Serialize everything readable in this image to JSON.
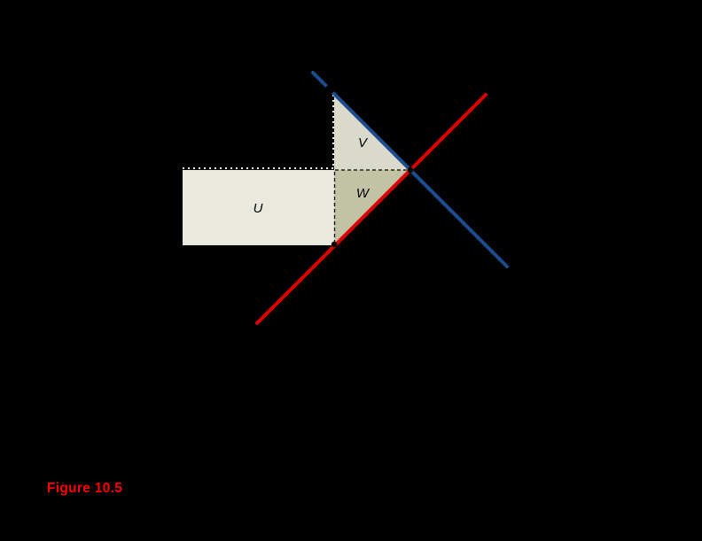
{
  "figure": {
    "background": "#000000",
    "caption": {
      "text": "Figure 10.5",
      "color": "#ff0000"
    },
    "regions": {
      "U": {
        "label": "U",
        "fill": "#e9e9df"
      },
      "V": {
        "label": "V",
        "fill": "#d9dac9"
      },
      "W": {
        "label": "W",
        "fill": "#c2c2a4"
      }
    },
    "lines": {
      "demand": {
        "color": "#1b4e8f"
      },
      "supply": {
        "color": "#dd0000"
      },
      "dashed_guides": {
        "color": "#000000"
      },
      "dotted_guides": {
        "color": "#edecdf"
      }
    },
    "points": {
      "equilibrium_dot_color": "#000000",
      "corner_dot_color": "#000000"
    },
    "label_color": "#000000"
  }
}
